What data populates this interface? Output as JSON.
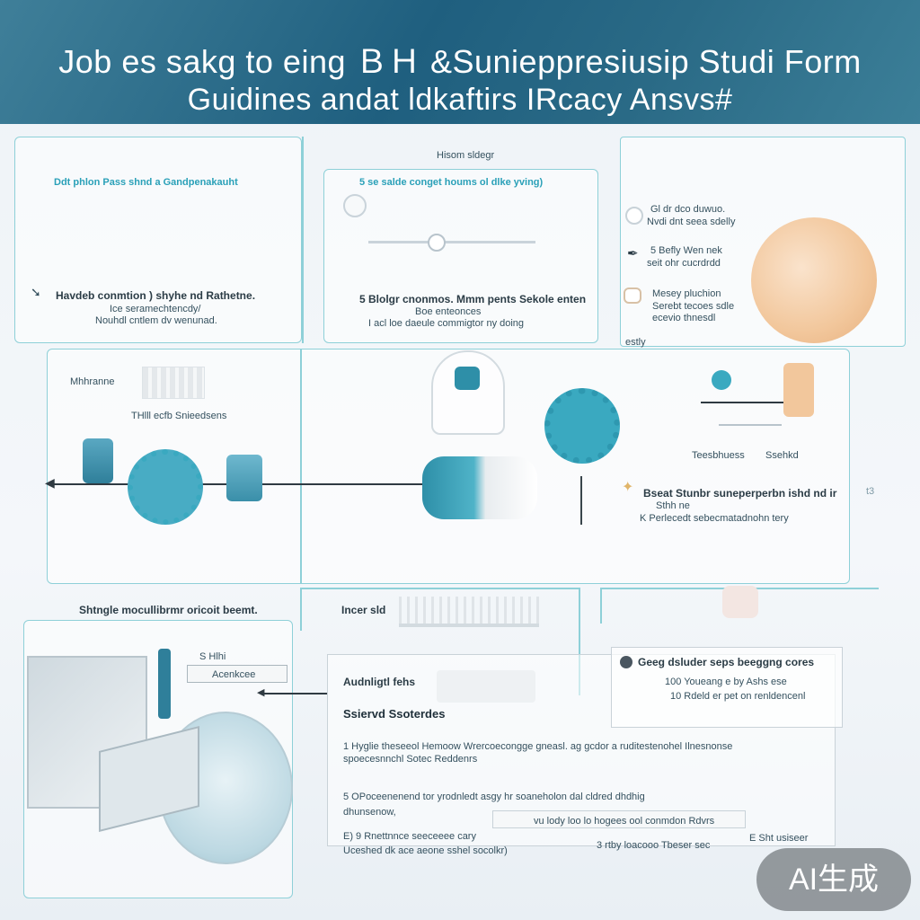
{
  "header": {
    "title_line_1": "Job es sakg to eing ＢＨ &Sunieppresiusip Studi Form",
    "title_line_2": "Guidines andat ldkaftirs IRcacy Ansvs#"
  },
  "panel_top_left": {
    "heading": "Ddt phlon Pass shnd a Gandpenakauht",
    "step": "Havdeb conmtion ) shyhe nd Rathetne.",
    "line2": "Ice seramechtencdy/",
    "line3": "Nouhdl cntlem dv wenunad."
  },
  "panel_top_mid": {
    "label": "Hisom sldegr",
    "heading": "5 se salde conget houms ol dlke yving)",
    "step": "5 Blolgr cnonmos. Mmm pents Sekole enten",
    "line2": "Boe enteonces",
    "line3": "I acl loe daeule commigtor ny doing"
  },
  "panel_top_right": {
    "item1_a": "Gl dr dco duwuo.",
    "item1_b": "Nvdi dnt seea sdelly",
    "item2_a": "5 Befly Wen nek",
    "item2_b": "seit ohr cucrdrdd",
    "item3_a": "Mesey pluchion",
    "item3_b": "Serebt tecoes sdle",
    "item3_c": "ecevio thnesdl",
    "footer": "estly"
  },
  "panel_middle": {
    "label_left": "Mhhranne",
    "label_mid": "THlll ecfb Snieedsens",
    "label_right_1": "Teesbhuess",
    "label_right_2": "Ssehkd",
    "step": "Bseat Stunbr suneperperbn ishd nd ir",
    "line2": "Sthh ne",
    "line3": "K Perlecedt sebecmatadnohn tery",
    "side_mark": "t3"
  },
  "panel_bottom": {
    "heading_left": "Shtngle mocullibrmr oricoit beemt.",
    "heading_mid": "Incer sld",
    "small_label_1": "S Hlhi",
    "small_label_2": "Acenkcee",
    "label": "Audnligtl fehs",
    "subheading": "Ssiervd Ssoterdes",
    "para1_a": "1 Hyglie theseeol Hemoow Wrercoecongge gneasl. ag gcdor a ruditestenohel Ilnesnonse",
    "para1_b": "spoecesnnchl Sotec Reddenrs",
    "para2_a": "5 OPoceenenend tor yrodnledt asgy hr soaneholon dal cldred dhdhig",
    "para2_b": "dhunsenow,",
    "para2_c": "vu lody loo lo hogees ool conmdon Rdvrs",
    "para3_a": "E) 9 Rnettnnce seeceeee cary",
    "para3_b": "Uceshed dk ace aeone sshel socolkr)",
    "para3_c": "3 rtby loacooo Tbeser sec",
    "para3_d": "E Sht usiseer",
    "right_1": "Geeg dsluder seps beeggng cores",
    "right_2": "100 Youeang e by Ashs ese",
    "right_3": "10 Rdeld er pet on renldencenl"
  },
  "watermark": "AI生成",
  "colors": {
    "header_blue": "#1f5f7f",
    "accent_teal": "#3aa9c0",
    "panel_border": "#8ed0d8",
    "peach": "#f2c79c"
  }
}
